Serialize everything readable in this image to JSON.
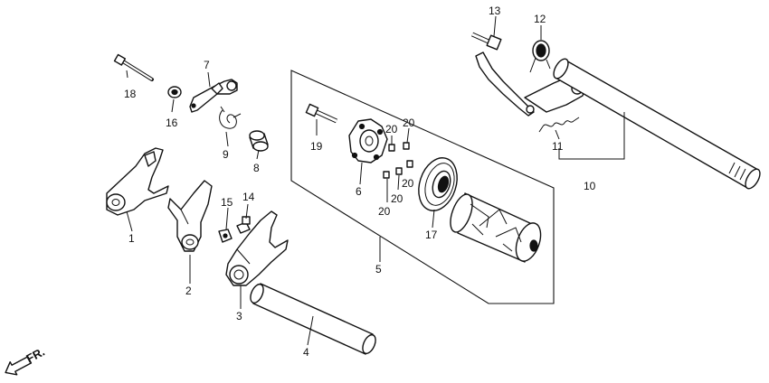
{
  "callouts": {
    "c1": "1",
    "c2": "2",
    "c3": "3",
    "c4": "4",
    "c5": "5",
    "c6": "6",
    "c7": "7",
    "c8": "8",
    "c9": "9",
    "c10": "10",
    "c11": "11",
    "c12": "12",
    "c13": "13",
    "c14": "14",
    "c15": "15",
    "c16": "16",
    "c17": "17",
    "c18": "18",
    "c19": "19",
    "c20a": "20",
    "c20b": "20",
    "c20c": "20",
    "c20d": "20",
    "c20e": "20"
  },
  "direction_label": "FR.",
  "colors": {
    "ink": "#111111",
    "paper": "#ffffff"
  }
}
